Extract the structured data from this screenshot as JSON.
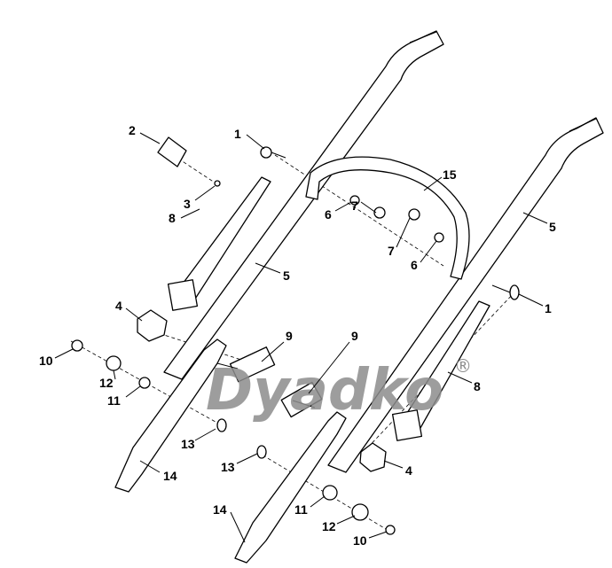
{
  "watermark": {
    "text": "Dyadko",
    "mark": "®"
  },
  "callouts": [
    "1",
    "2",
    "3",
    "8",
    "5",
    "6",
    "7",
    "15",
    "5",
    "7",
    "6",
    "1",
    "4",
    "10",
    "12",
    "11",
    "9",
    "9",
    "8",
    "13",
    "14",
    "13",
    "4",
    "14",
    "11",
    "12",
    "10"
  ]
}
